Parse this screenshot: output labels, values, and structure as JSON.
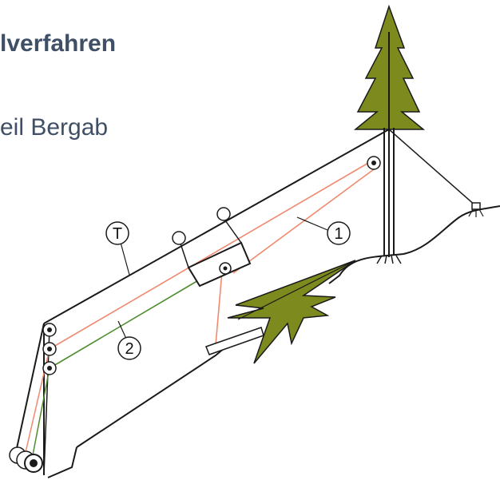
{
  "slide": {
    "title": "lverfahren",
    "subtitle": "eil Bergab"
  },
  "diagram": {
    "labels": {
      "skyline": "T",
      "mainline": "1",
      "haulback": "2"
    },
    "colors": {
      "text": "#3f4f66",
      "line": "#1a1a1a",
      "mainline": "#f08a6e",
      "haulback": "#4e8d2e",
      "tree": "#7d8a1e"
    }
  }
}
